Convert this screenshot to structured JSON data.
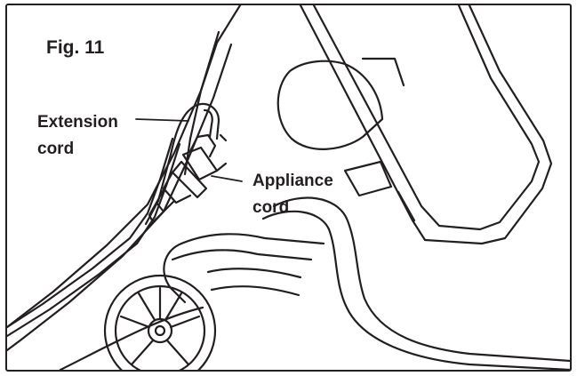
{
  "figure": {
    "title": "Fig. 11",
    "labels": {
      "extension_line1": "Extension",
      "extension_line2": "cord",
      "appliance_line1": "Appliance",
      "appliance_line2": "cord"
    }
  },
  "colors": {
    "ink": "#231f20",
    "background": "#ffffff"
  }
}
